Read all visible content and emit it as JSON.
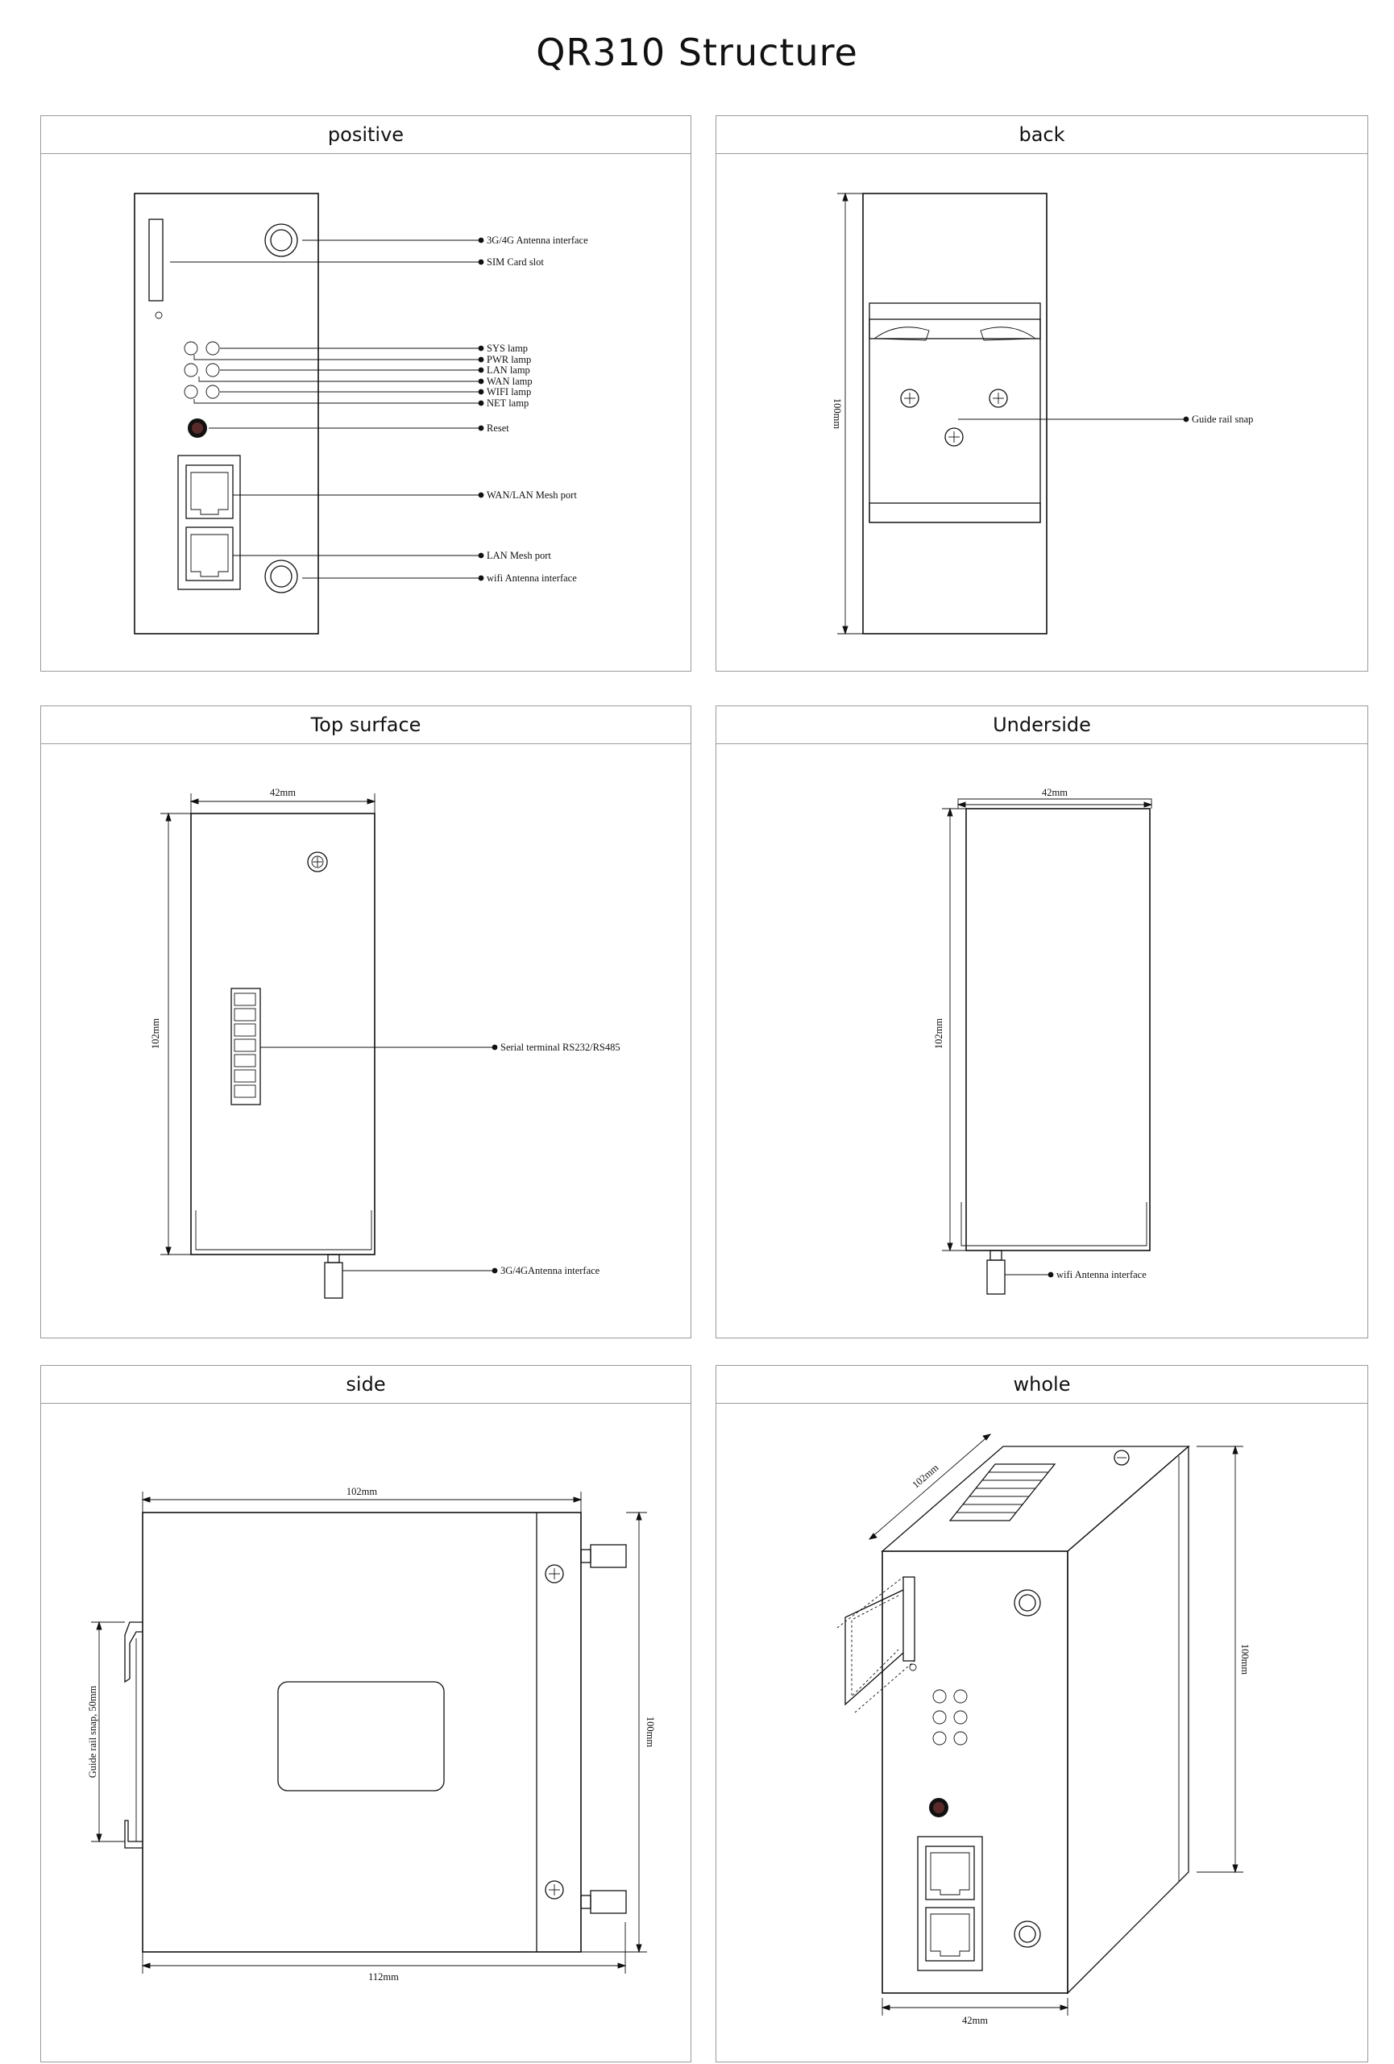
{
  "title": "QR310 Structure",
  "panels": {
    "positive": {
      "label": "positive",
      "callouts": [
        "3G/4G Antenna interface",
        "SIM Card slot",
        "SYS lamp",
        "PWR lamp",
        "LAN lamp",
        "WAN lamp",
        "WIFI lamp",
        "NET lamp",
        "Reset",
        "WAN/LAN Mesh port",
        "LAN Mesh port",
        "wifi Antenna interface"
      ]
    },
    "back": {
      "label": "back",
      "dim_height": "100mm",
      "callout": "Guide rail snap"
    },
    "top": {
      "label": "Top surface",
      "dim_width": "42mm",
      "dim_height": "102mm",
      "callout_serial": "Serial terminal RS232/RS485",
      "callout_antenna": "3G/4GAntenna interface"
    },
    "under": {
      "label": "Underside",
      "dim_width": "42mm",
      "dim_height": "102mm",
      "callout_antenna": "wifi Antenna interface"
    },
    "side": {
      "label": "side",
      "dim_top": "102mm",
      "dim_bottom": "112mm",
      "dim_right": "100mm",
      "dim_left": "Guide rail snap,  50mm"
    },
    "whole": {
      "label": "whole",
      "dim_depth": "102mm",
      "dim_height": "100mm",
      "dim_width": "42mm"
    }
  }
}
